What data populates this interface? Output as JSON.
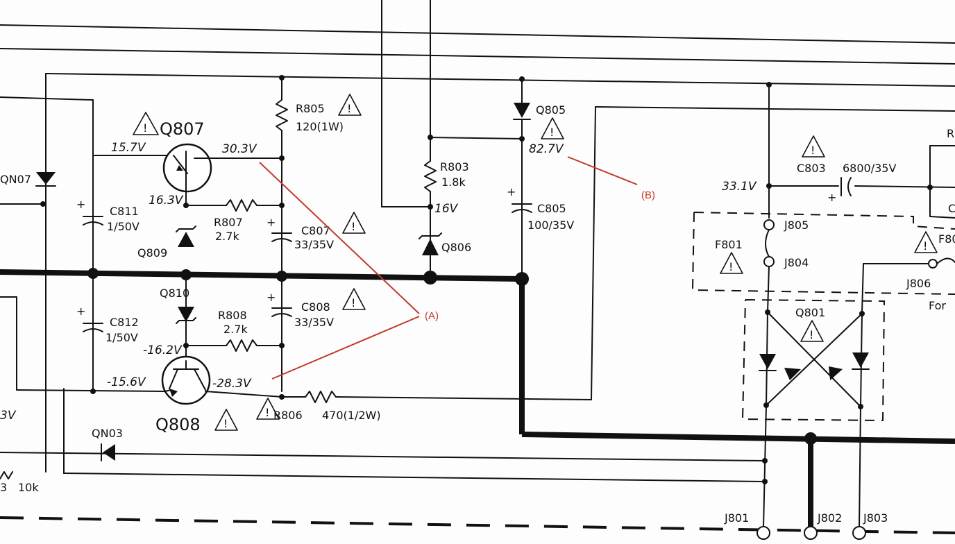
{
  "labels": {
    "qn07": "QN07",
    "q807": "Q807",
    "q808": "Q808",
    "q809": "Q809",
    "q810": "Q810",
    "q806": "Q806",
    "q805": "Q805",
    "q801": "Q801",
    "qn03": "QN03",
    "r805": "R805",
    "r807": "R807",
    "r808": "R808",
    "r806": "R806",
    "r803": "R803",
    "c811": "C811",
    "c812": "C812",
    "c807": "C807",
    "c808": "C808",
    "c805": "C805",
    "c803": "C803",
    "f801": "F801",
    "f80x": "F80",
    "j801": "J801",
    "j802": "J802",
    "j803": "J803",
    "j804": "J804",
    "j805": "J805",
    "j806": "J806",
    "for_text": "For",
    "right_r": "R",
    "right_c": "C",
    "left_3": "3",
    "left_10k": "10k"
  },
  "values": {
    "r805": "120(1W)",
    "r807": "2.7k",
    "r808": "2.7k",
    "r806": "470(1/2W)",
    "r803": "1.8k",
    "c811": "1/50V",
    "c812": "1/50V",
    "c807": "33/35V",
    "c808": "33/35V",
    "c805": "100/35V",
    "c803": "6800/35V"
  },
  "voltages": {
    "q807_base": "15.7V",
    "q807_collector": "30.3V",
    "q807_emitter": "16.3V",
    "q808_base_top": "-16.2V",
    "q808_base": "-15.6V",
    "q808_collector": "-28.3V",
    "q806": "16V",
    "q805": "82.7V",
    "c803": "33.1V",
    "left_fragment": "3V"
  },
  "annotations": {
    "a": "(A)",
    "b": "(B)"
  },
  "colors": {
    "annotation": "#c0392b",
    "ink": "#111111"
  }
}
